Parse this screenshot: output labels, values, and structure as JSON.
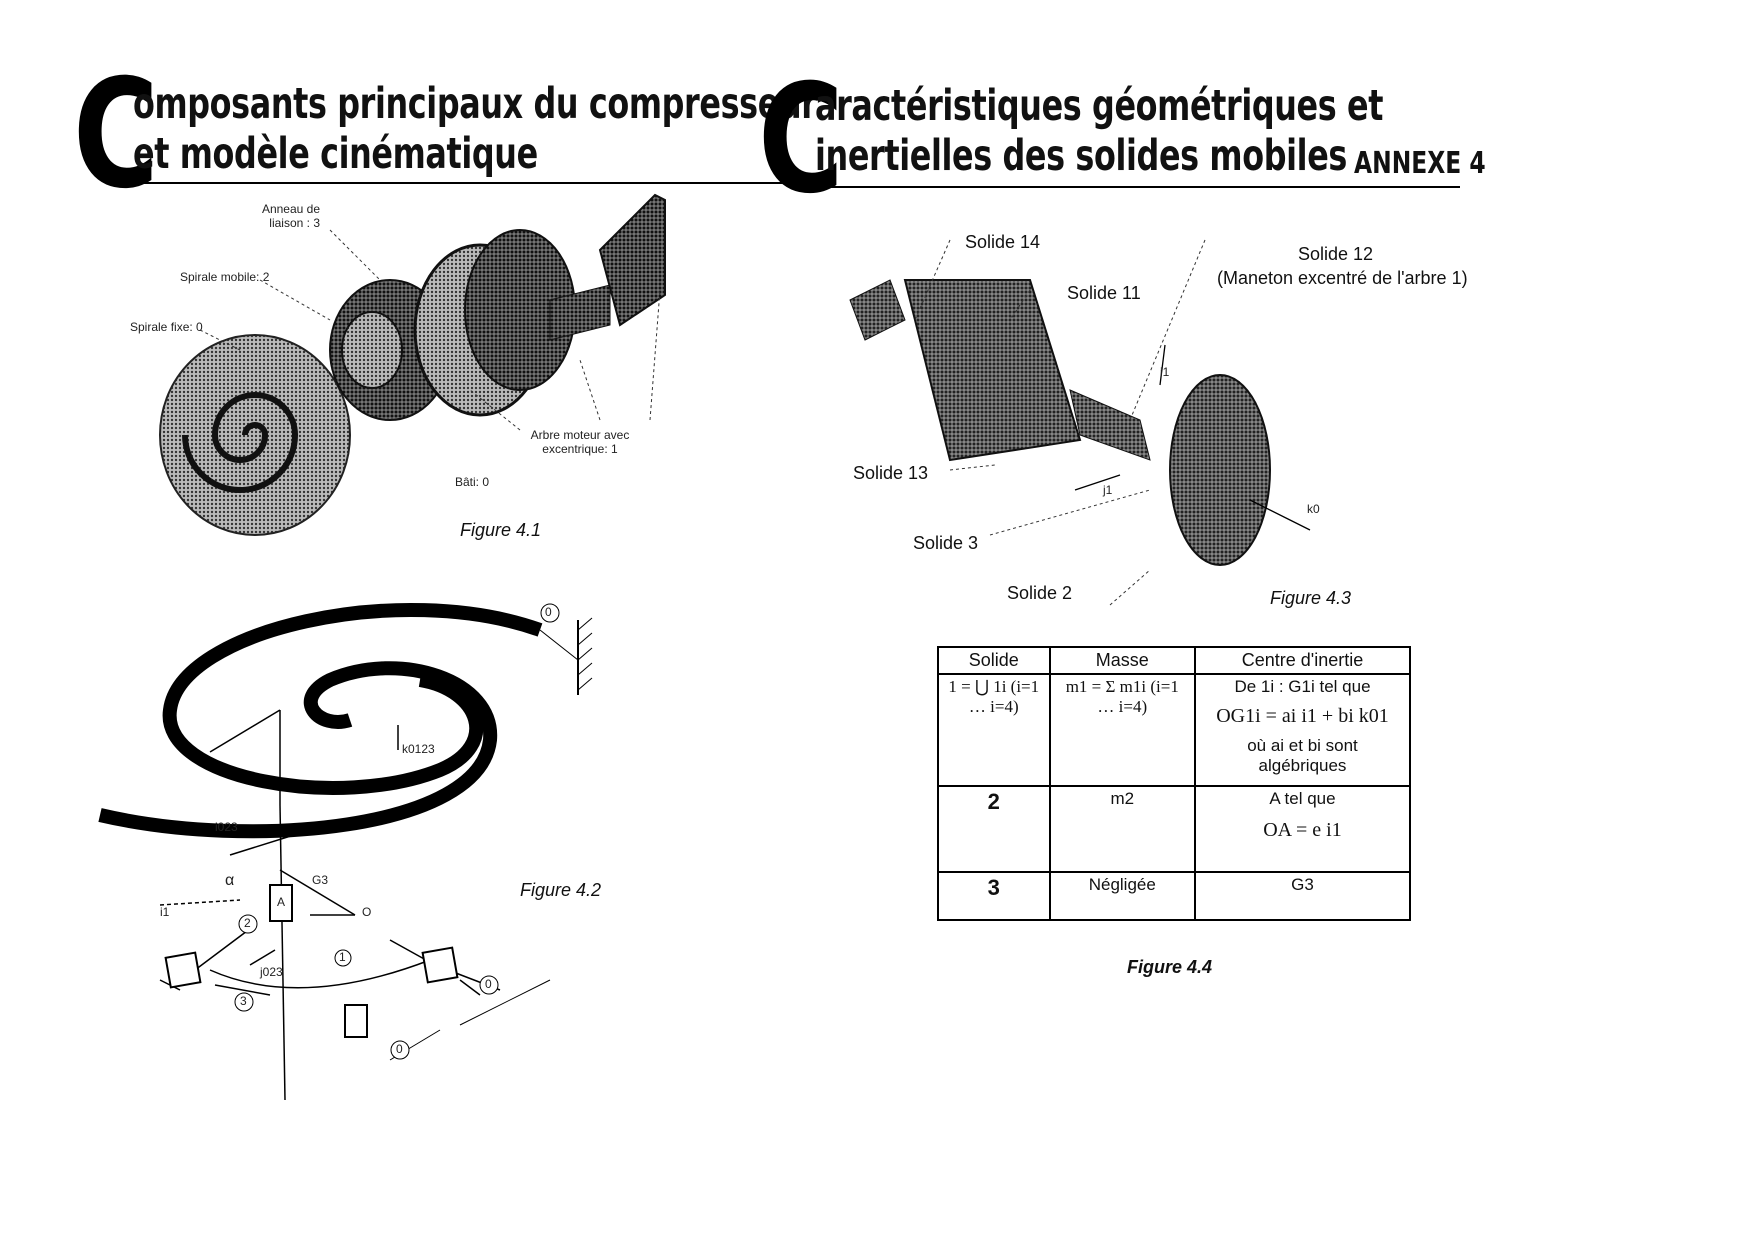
{
  "left": {
    "title_letter": "C",
    "title_line1": "omposants principaux du compresseur",
    "title_line2": "et modèle cinématique",
    "fig1_labels": {
      "anneau": "Anneau de liaison : 3",
      "spirale_mobile": "Spirale mobile: 2",
      "spirale_fixe": "Spirale fixe: 0",
      "arbre": "Arbre moteur avec excentrique: 1",
      "bati": "Bâti: 0"
    },
    "fig1_caption": "Figure 4.1",
    "fig2_caption": "Figure 4.2",
    "fig2_labels": {
      "zero": "0",
      "one": "1",
      "two": "2",
      "three": "3",
      "k": "k0123",
      "i023": "i023",
      "j023": "j023",
      "i1": "i1",
      "alpha": "α",
      "G3": "G3",
      "O": "O",
      "A": "A"
    }
  },
  "right": {
    "title_letter": "C",
    "title_line1": "aractéristiques géométriques et",
    "title_line2": "inertielles des solides mobiles",
    "annexe": "ANNEXE 4",
    "fig3_labels": {
      "s14": "Solide 14",
      "s11": "Solide 11",
      "s12_a": "Solide 12",
      "s12_b": "(Maneton excentré de l'arbre 1)",
      "s13": "Solide 13",
      "s3": "Solide 3",
      "s2": "Solide 2",
      "i1": "i1",
      "j1": "j1",
      "k0": "k0"
    },
    "fig3_caption": "Figure 4.3",
    "table": {
      "headers": [
        "Solide",
        "Masse",
        "Centre d'inertie"
      ],
      "rows": [
        {
          "solide": "1 = ⋃ 1i (i=1 … i=4)",
          "masse": "m1 = Σ m1i (i=1 … i=4)",
          "centre_a": "De 1i : G1i tel que",
          "centre_b": "OG1i = ai i1 + bi k01",
          "centre_c": "où ai et bi sont algébriques"
        },
        {
          "solide": "2",
          "masse": "m2",
          "centre_a": "A tel que",
          "centre_b": "OA = e i1",
          "centre_c": ""
        },
        {
          "solide": "3",
          "masse": "Négligée",
          "centre_a": "G3",
          "centre_b": "",
          "centre_c": ""
        }
      ]
    },
    "fig4_caption": "Figure 4.4"
  }
}
